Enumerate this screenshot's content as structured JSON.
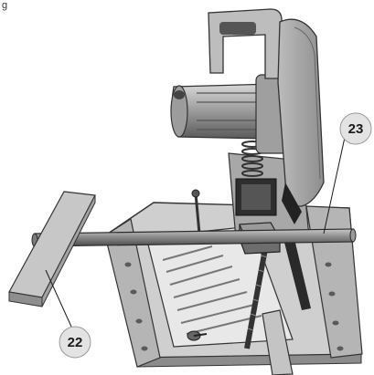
{
  "figure": {
    "corner_fragment": "g",
    "callouts": [
      {
        "id": "22",
        "label": "22"
      },
      {
        "id": "23",
        "label": "23"
      }
    ]
  }
}
